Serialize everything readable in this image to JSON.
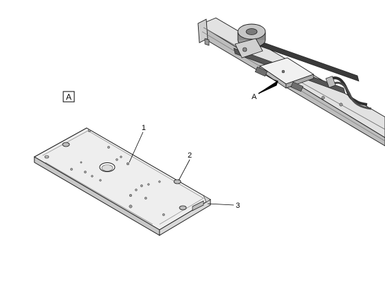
{
  "section_label": "A",
  "detail_pointer_label": "A",
  "callouts": [
    {
      "number": "1",
      "part": "mounting-plate-hole"
    },
    {
      "number": "2",
      "part": "plate-screw-hole"
    },
    {
      "number": "3",
      "part": "plate-edge"
    }
  ],
  "colors": {
    "line": "#1a1a1a",
    "plate_top": "#eeeeee",
    "plate_side": "#d9d9d9",
    "plate_front": "#c8c8c8",
    "rail": "#d4d4d4",
    "rail_dark": "#8f8f8f",
    "belt": "#3a3a3a"
  }
}
